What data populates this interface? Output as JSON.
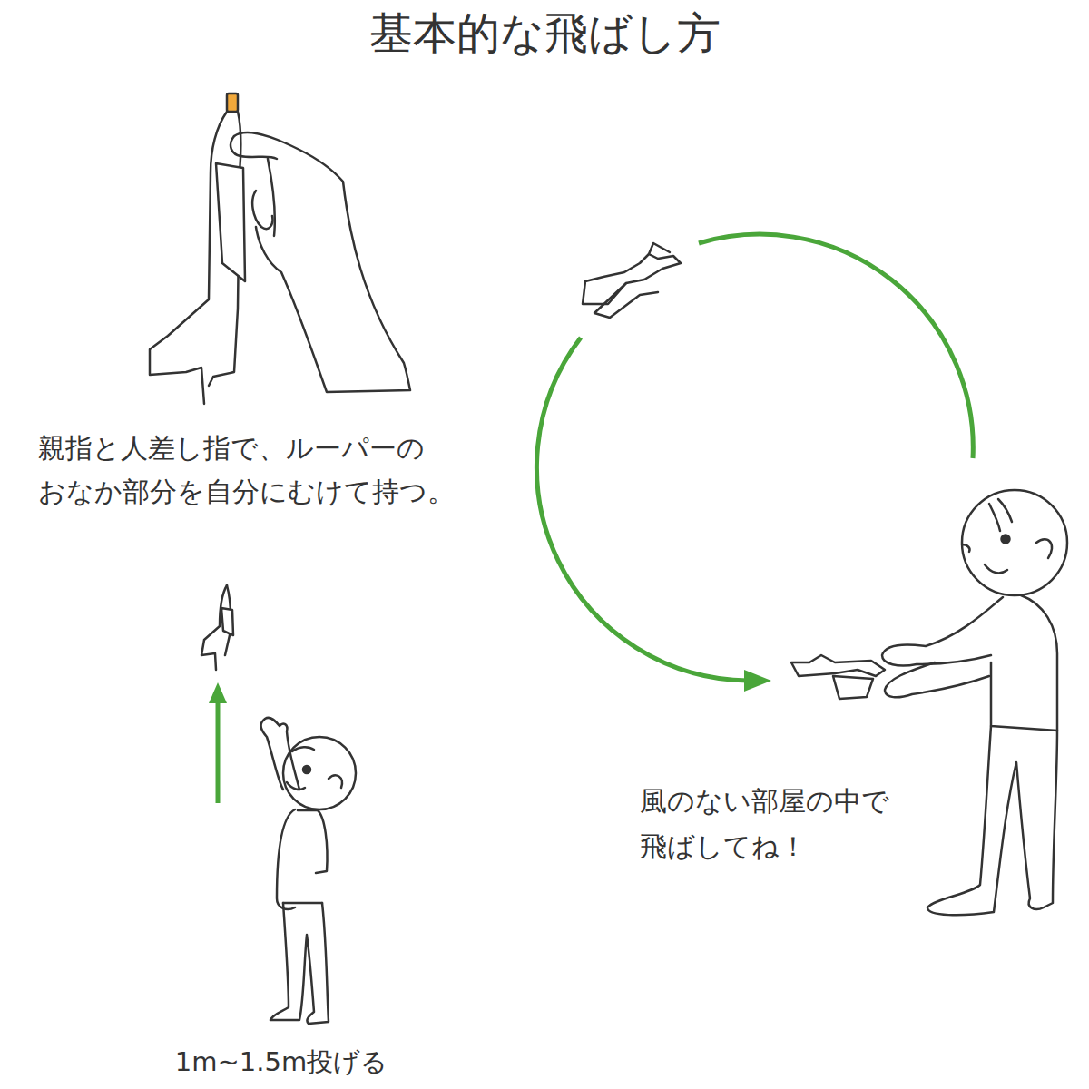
{
  "diagram": {
    "title": "基本的な飛ばし方",
    "labels": [
      "親指と人差し指で、ルーパーの おなか部分を自分にむけて持つ。",
      "風のない部屋の中で 飛ばしてね！",
      "1m~1.5m投げる"
    ]
  }
}
